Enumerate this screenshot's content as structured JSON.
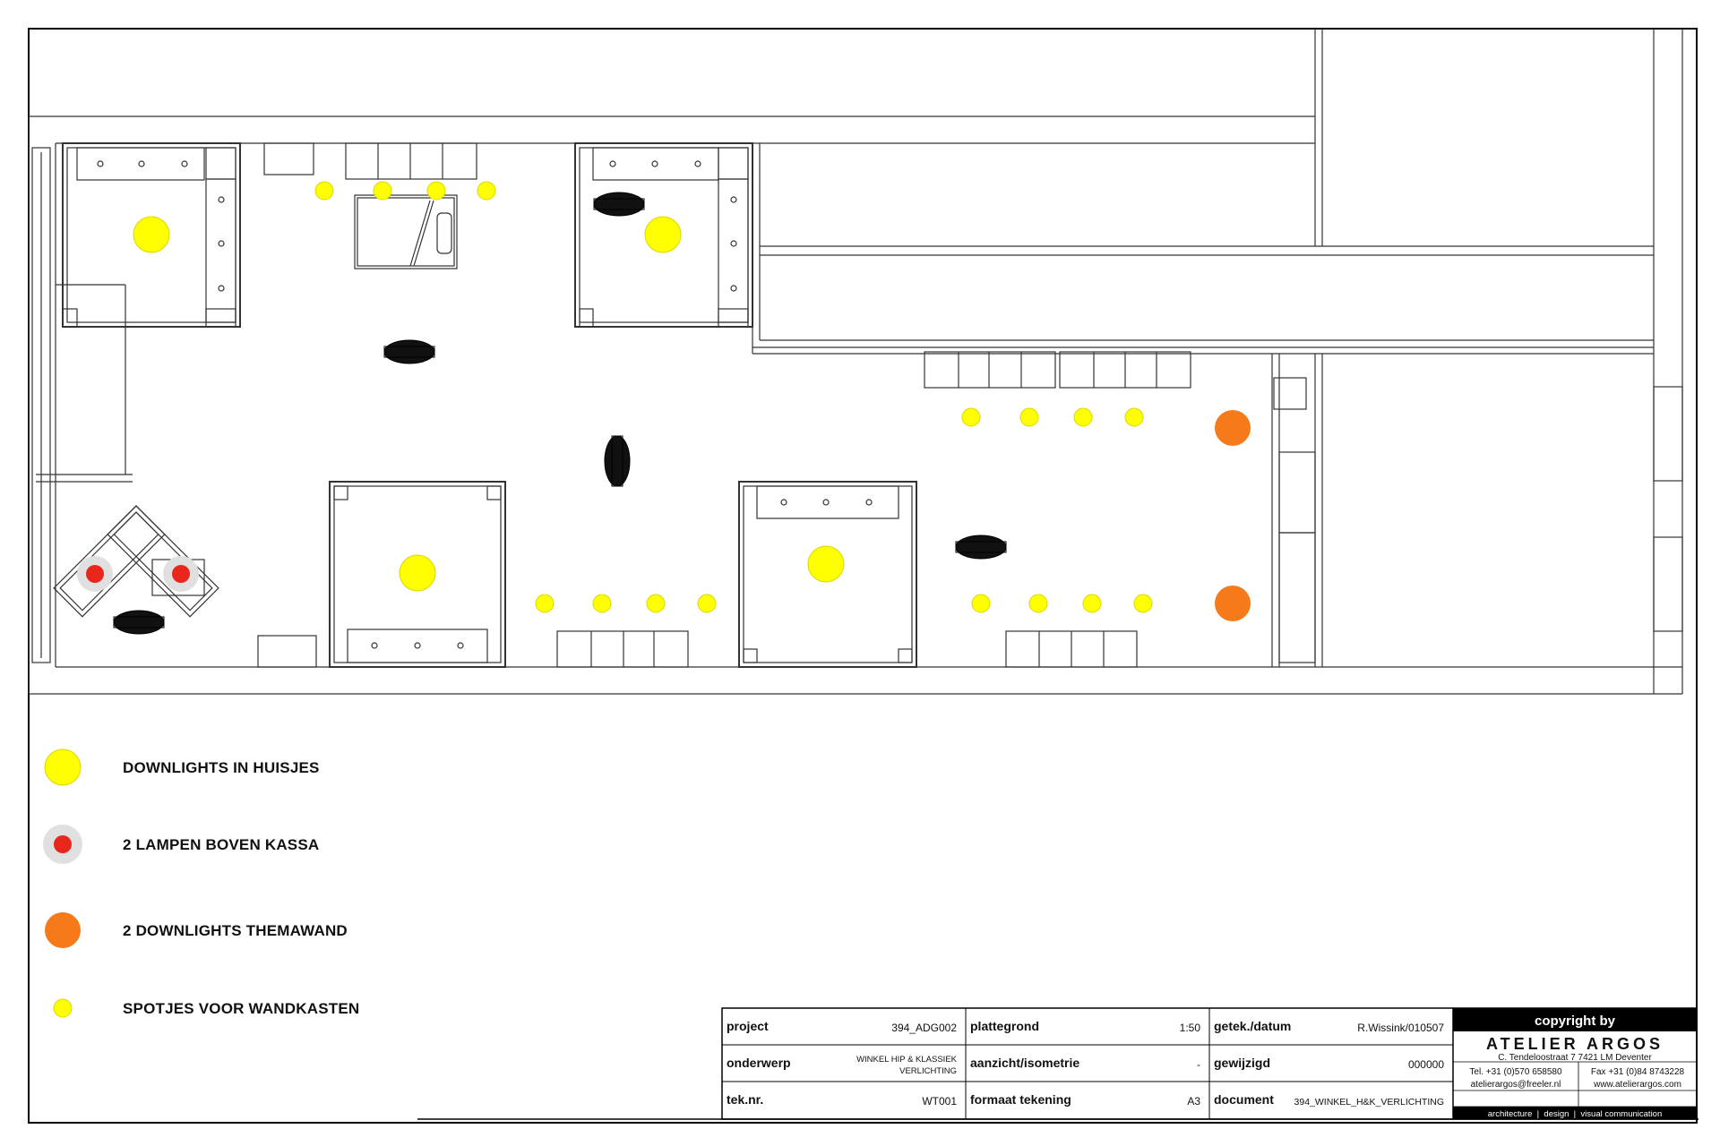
{
  "legend": [
    {
      "key": "downlight_house",
      "label": "DOWNLIGHTS IN HUISJES",
      "color": "#ffff00",
      "icon": "large-yellow-circle-icon"
    },
    {
      "key": "cash_lamp",
      "label": "2 LAMPEN BOVEN KASSA",
      "color": "#e8261b",
      "ring": "#e0e0e0",
      "icon": "red-dot-with-grey-ring-icon"
    },
    {
      "key": "theme_downlight",
      "label": "2 DOWNLIGHTS THEMAWAND",
      "color": "#f77a1a",
      "icon": "orange-circle-icon"
    },
    {
      "key": "spot",
      "label": "SPOTJES VOOR WANDKASTEN",
      "color": "#ffff00",
      "icon": "small-yellow-circle-icon"
    }
  ],
  "titleblock": {
    "col1": [
      {
        "label": "project",
        "value": "394_ADG002"
      },
      {
        "label": "onderwerp",
        "value_line1": "WINKEL HIP & KLASSIEK",
        "value_line2": "VERLICHTING"
      },
      {
        "label": "tek.nr.",
        "value": "WT001"
      }
    ],
    "col2": [
      {
        "label": "plattegrond",
        "value": "1:50"
      },
      {
        "label": "aanzicht/isometrie",
        "value": "-"
      },
      {
        "label": "formaat tekening",
        "value": "A3"
      }
    ],
    "col3": [
      {
        "label": "getek./datum",
        "value": "R.Wissink/010507"
      },
      {
        "label": "gewijzigd",
        "value": "000000"
      },
      {
        "label": "document",
        "value": "394_WINKEL_H&K_VERLICHTING"
      }
    ],
    "company": {
      "copyright": "copyright by",
      "name": "ATELIER ARGOS",
      "address": "C. Tendeloostraat 7  7421 LM  Deventer",
      "tel": "Tel. +31 (0)570 658580",
      "fax": "Fax +31 (0)84 8743228",
      "email": "atelierargos@freeler.nl",
      "web": "www.atelierargos.com",
      "tagline": "architecture  |  design  |  visual communication"
    }
  }
}
